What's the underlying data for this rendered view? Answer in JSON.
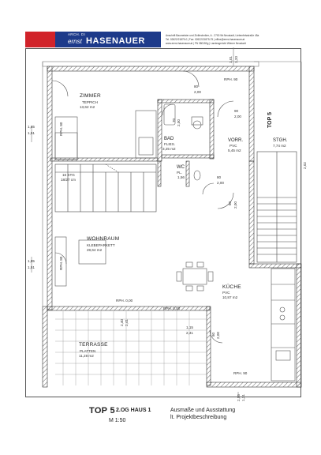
{
  "header": {
    "brand_small": "ARCH. DI",
    "brand_first": "ernst",
    "brand_last": "HASENAUER",
    "address_line1": "Anschrift Baumeister und Ziviltechniker, A - 2700 Wr.Neustadt, Liebenfelsstraße 45a",
    "address_line2": "Tel. 02622/21875-0 | Fax: 02622/21875-75 | office@ernst-hasenauer.at",
    "address_line3": "www.ernst-hasenauer.at | FN 380150g | Landesgericht Wiener Neustadt"
  },
  "rooms": {
    "zimmer": {
      "name": "ZIMMER",
      "floor": "TEPPICH",
      "area": "13,62 m2"
    },
    "bad": {
      "name": "BAD",
      "floor": "FLIES.",
      "area": "3,25 m2"
    },
    "vorr": {
      "name": "VORR.",
      "floor": "PVC",
      "area": "5,45 m2"
    },
    "stgh": {
      "name": "STGH.",
      "area": "7,74 m2"
    },
    "wc": {
      "name": "WC",
      "floor": "PL.",
      "area": "1,56"
    },
    "wohnraum": {
      "name": "WOHNRAUM",
      "floor": "KLEBEPARKETT",
      "area": "28,64 m2"
    },
    "kueche": {
      "name": "KÜCHE",
      "floor": "PVC",
      "area": "10,87 m2"
    },
    "terrasse": {
      "name": "TERRASSE",
      "floor": "PLATTEN",
      "area": "11,28 m2"
    }
  },
  "stairs": {
    "count": "16 STG",
    "ratio": "18/27 cm"
  },
  "unit_label": "TOP 5",
  "dims": {
    "rph90_top": "RPH. 90",
    "door_a_1": "80",
    "door_a_2": "2,00",
    "door_b_1": "90",
    "door_b_2": "2,00",
    "door_bad_1": "70",
    "door_bad_2": "2,00",
    "door_wc_1": "80",
    "door_wc_2": "2,00",
    "door_wr_1": "80",
    "door_wr_2": "2,00",
    "left_185_top": "1,85",
    "left_151_top": "1,51",
    "left_185_bot": "1,85",
    "left_151_bot": "1,51",
    "top_101": "1,01",
    "top_120": "1,20",
    "win_zimmer": "RPH. 80",
    "win_wohn": "RPH. 80",
    "rph0_left": "RPH. 0,00",
    "rph0_right": "RPH. 0,00",
    "ter_240": "2,40",
    "ter_241": "2,41",
    "ter_115": "1,15",
    "ter_241b": "2,41",
    "door_terr_1": "80",
    "door_terr_2": "2,00",
    "rph90_bot": "RPH. 90",
    "bottom_255": "2,55",
    "bottom_131": "1,31",
    "stairs_side": "2,02"
  },
  "footer": {
    "title": "TOP 5",
    "subtitle": "2.OG HAUS 1",
    "scale": "M 1:50",
    "note1": "Ausmaße und Ausstattung",
    "note2": "lt. Projektbeschreibung"
  }
}
